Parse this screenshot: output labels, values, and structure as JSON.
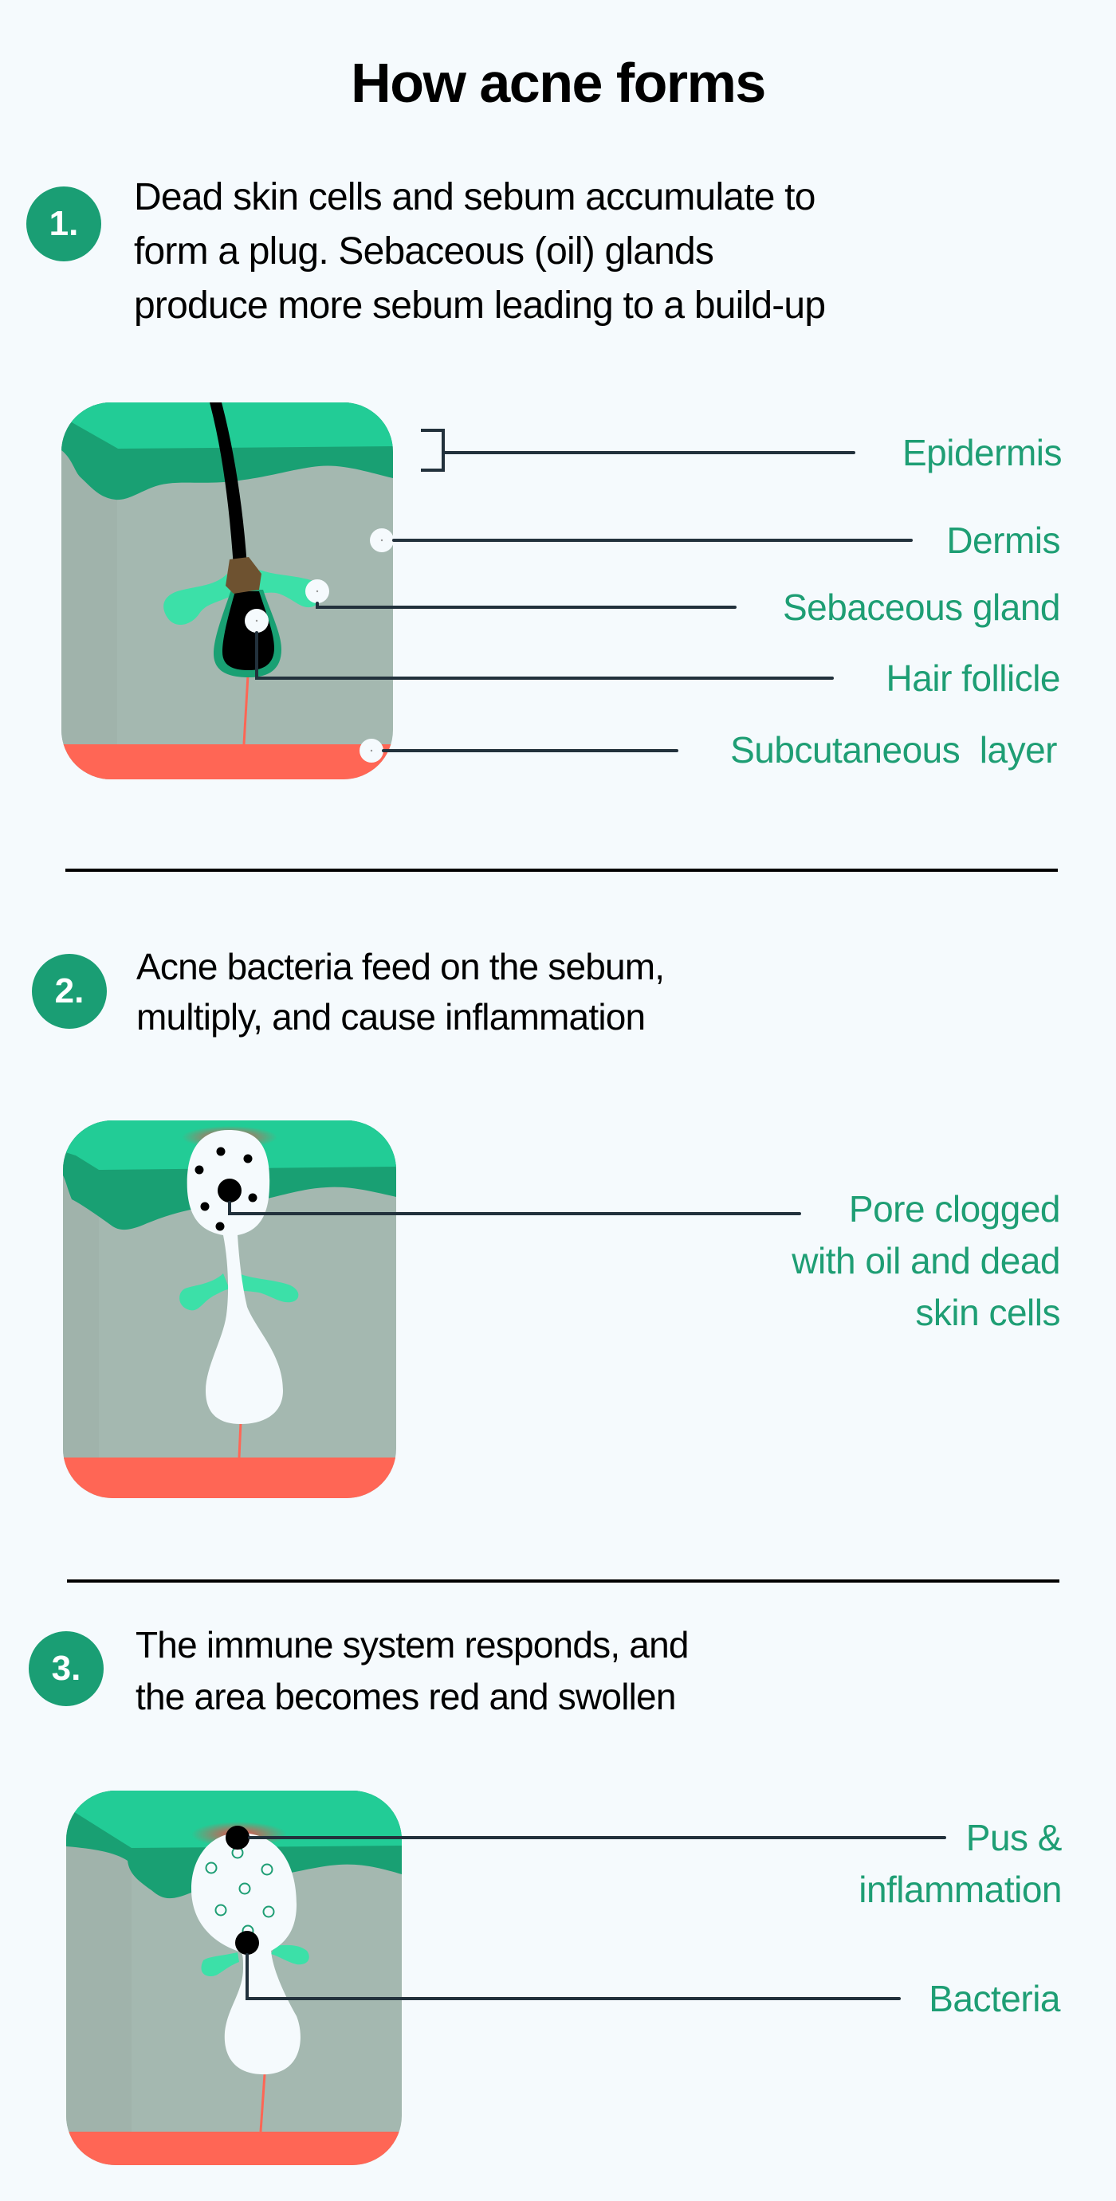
{
  "title": "How acne forms",
  "colors": {
    "background": "#f5fafd",
    "accent_green": "#1a9e74",
    "label_green": "#1e9e74",
    "epidermis_top": "#22cc96",
    "epidermis_dark": "#19a073",
    "dermis": "#a4b8b0",
    "subcutaneous": "#ff6655",
    "sebaceous_gland": "#3ce0a8",
    "hair": "#000000",
    "hair_root": "#6e5230",
    "leader_line": "#22313c",
    "pore_fill": "#f5fafd"
  },
  "steps": [
    {
      "number": "1.",
      "lines": [
        "Dead skin cells and sebum accumulate to",
        "form a plug. Sebaceous (oil) glands",
        "produce more sebum leading to a build-up"
      ],
      "labels": [
        {
          "text": "Epidermis"
        },
        {
          "text": "Dermis"
        },
        {
          "text": "Sebaceous gland"
        },
        {
          "text": "Hair follicle"
        },
        {
          "text": "Subcutaneous  layer"
        }
      ]
    },
    {
      "number": "2.",
      "lines": [
        "Acne bacteria feed on the sebum,",
        "multiply, and cause inflammation"
      ],
      "labels": [
        {
          "lines": [
            "Pore clogged",
            "with oil and dead",
            "skin cells"
          ]
        }
      ]
    },
    {
      "number": "3.",
      "lines": [
        "The immune system responds, and",
        "the area becomes red and swollen"
      ],
      "labels": [
        {
          "lines": [
            "Pus &",
            "inflammation"
          ]
        },
        {
          "text": "Bacteria"
        }
      ]
    }
  ]
}
